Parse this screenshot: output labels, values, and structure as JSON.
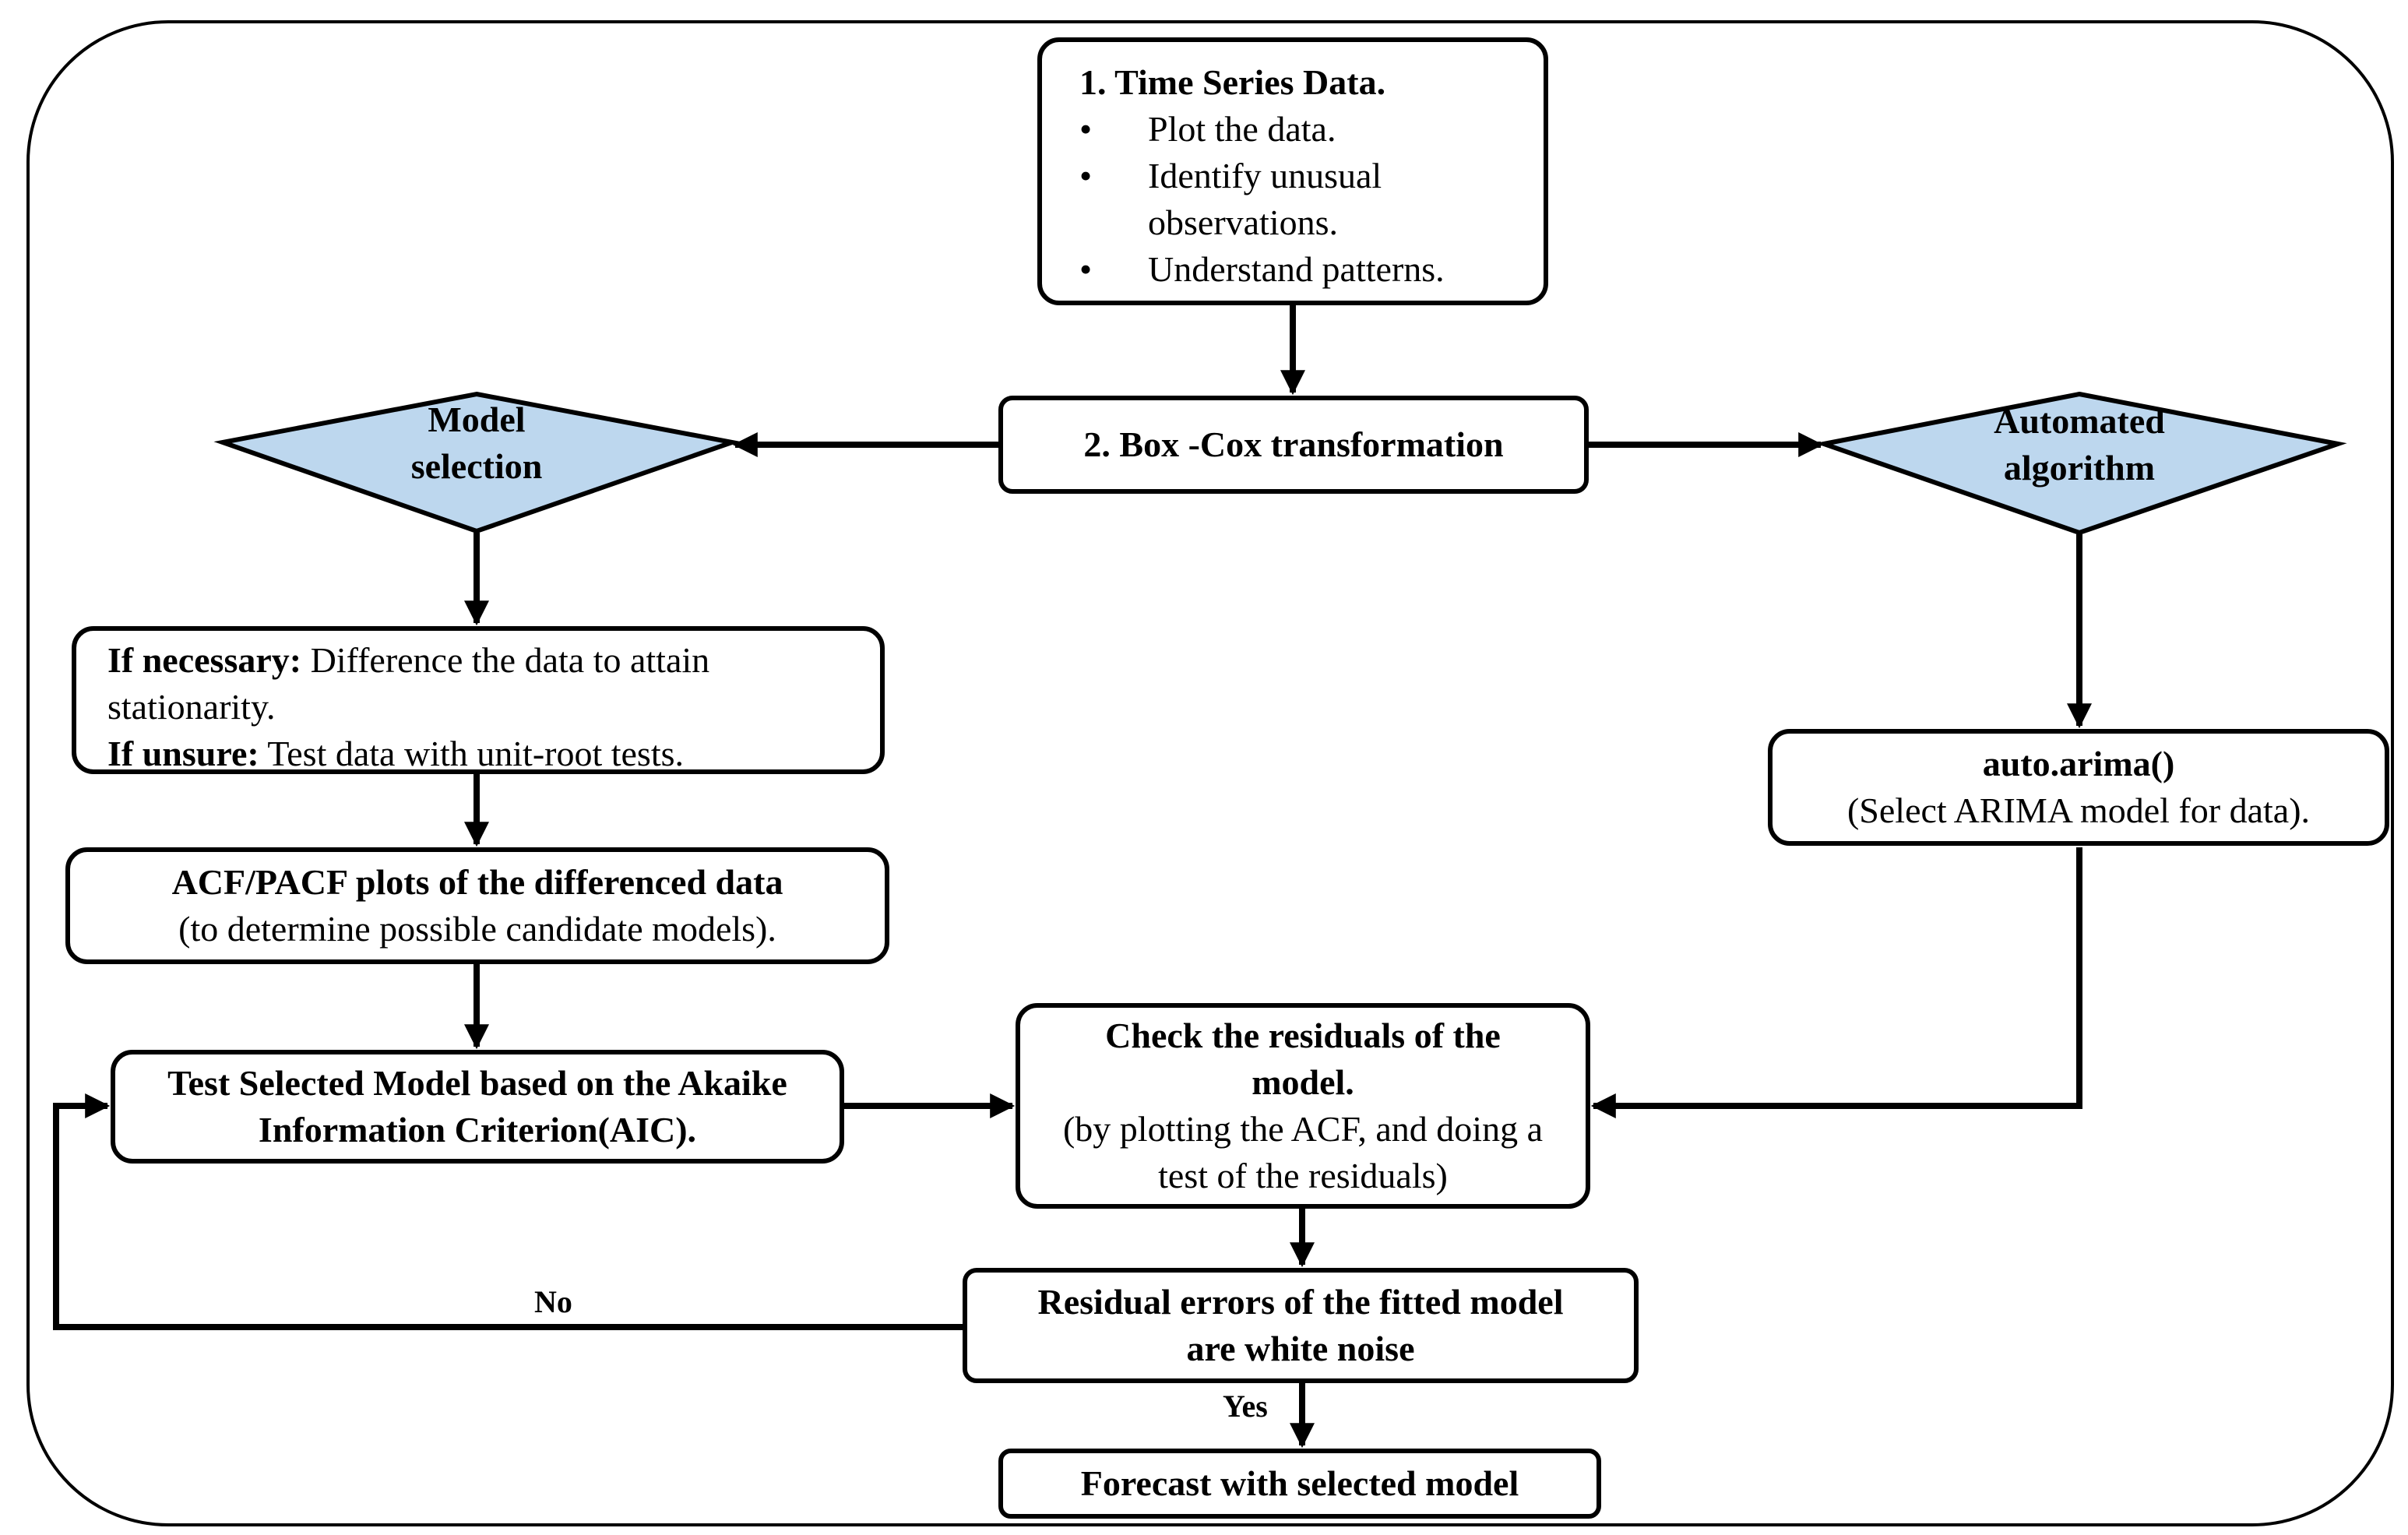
{
  "step1": {
    "title": "1. Time Series Data.",
    "bullets": [
      "Plot the data.",
      "Identify unusual observations.",
      "Understand patterns."
    ]
  },
  "step2": {
    "label": "2. Box -Cox transformation"
  },
  "model_selection": {
    "label": "Model selection"
  },
  "automated_algorithm": {
    "label": "Automated algorithm"
  },
  "differencing": {
    "necessary_bold": "If necessary:",
    "necessary_text": " Difference the data to attain stationarity.",
    "unsure_bold": "If unsure:",
    "unsure_text": " Test data with unit-root tests."
  },
  "acf_pacf": {
    "title": "ACF/PACF plots of the differenced data",
    "subtitle": "(to determine possible candidate models)."
  },
  "auto_arima": {
    "title": "auto.arima()",
    "subtitle": "(Select ARIMA model for data)."
  },
  "test_model": {
    "label": "Test Selected Model based on the Akaike Information Criterion(AIC)."
  },
  "check_residuals": {
    "title": "Check the residuals of the model.",
    "subtitle": "(by plotting the ACF, and doing a test of the residuals)"
  },
  "residual_errors": {
    "label": "Residual errors of the fitted model are white noise"
  },
  "forecast": {
    "label": "Forecast with selected model"
  },
  "edges": {
    "no": "No",
    "yes": "Yes"
  },
  "colors": {
    "diamond_fill": "#bdd7ee",
    "stroke": "#000000"
  }
}
